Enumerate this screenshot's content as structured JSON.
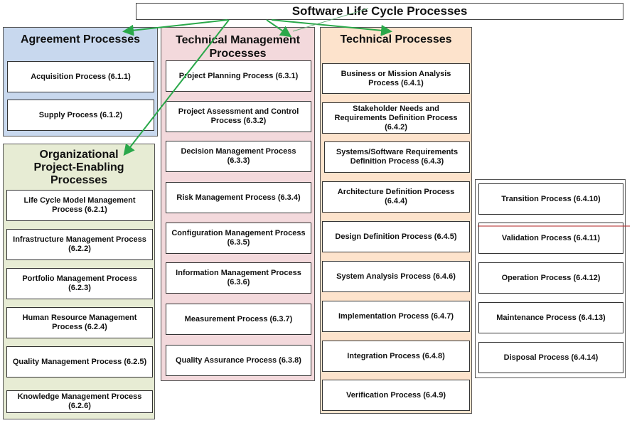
{
  "title": "Software Life Cycle Processes",
  "colors": {
    "agreement_bg": "#c8d8ee",
    "technical_management_bg": "#f3d9dc",
    "technical_bg": "#fde3cc",
    "organizational_bg": "#e7ecd4",
    "arrow": "#2aa84a"
  },
  "agreement": {
    "title": "Agreement  Processes",
    "items": [
      "Acquisition Process  (6.1.1)",
      "Supply Process (6.1.2)"
    ]
  },
  "technical_management": {
    "title_line1": "Technical Management",
    "title_line2": "Processes",
    "items": [
      "Project Planning Process (6.3.1)",
      "Project Assessment and Control Process (6.3.2)",
      "Decision Management  Process (6.3.3)",
      "Risk Management Process (6.3.4)",
      "Configuration Management Process (6.3.5)",
      "Information Management Process (6.3.6)",
      "Measurement Process (6.3.7)",
      "Quality Assurance Process (6.3.8)"
    ]
  },
  "technical": {
    "title": "Technical  Processes",
    "items_col1": [
      "Business or Mission  Analysis Process (6.4.1)",
      "Stakeholder Needs and Requirements Definition Process (6.4.2)",
      "Systems/Software Requirements Definition Process (6.4.3)",
      "Architecture Definition Process (6.4.4)",
      "Design Definition Process (6.4.5)",
      "System Analysis Process (6.4.6)",
      "Implementation Process (6.4.7)",
      "Integration Process (6.4.8)",
      "Verification Process (6.4.9)"
    ],
    "items_col2": [
      "Transition Process (6.4.10)",
      "Validation Process (6.4.11)",
      "Operation Process (6.4.12)",
      "Maintenance Process (6.4.13)",
      "Disposal Process (6.4.14)"
    ]
  },
  "organizational": {
    "title_line1": "Organizational",
    "title_line2": "Project-Enabling",
    "title_line3": "Processes",
    "items": [
      "Life Cycle Model Management Process (6.2.1)",
      "Infrastructure Management Process (6.2.2)",
      "Portfolio Management Process (6.2.3)",
      "Human Resource Management Process (6.2.4)",
      "Quality Management Process (6.2.5)",
      "Knowledge Management  Process (6.2.6)"
    ]
  }
}
